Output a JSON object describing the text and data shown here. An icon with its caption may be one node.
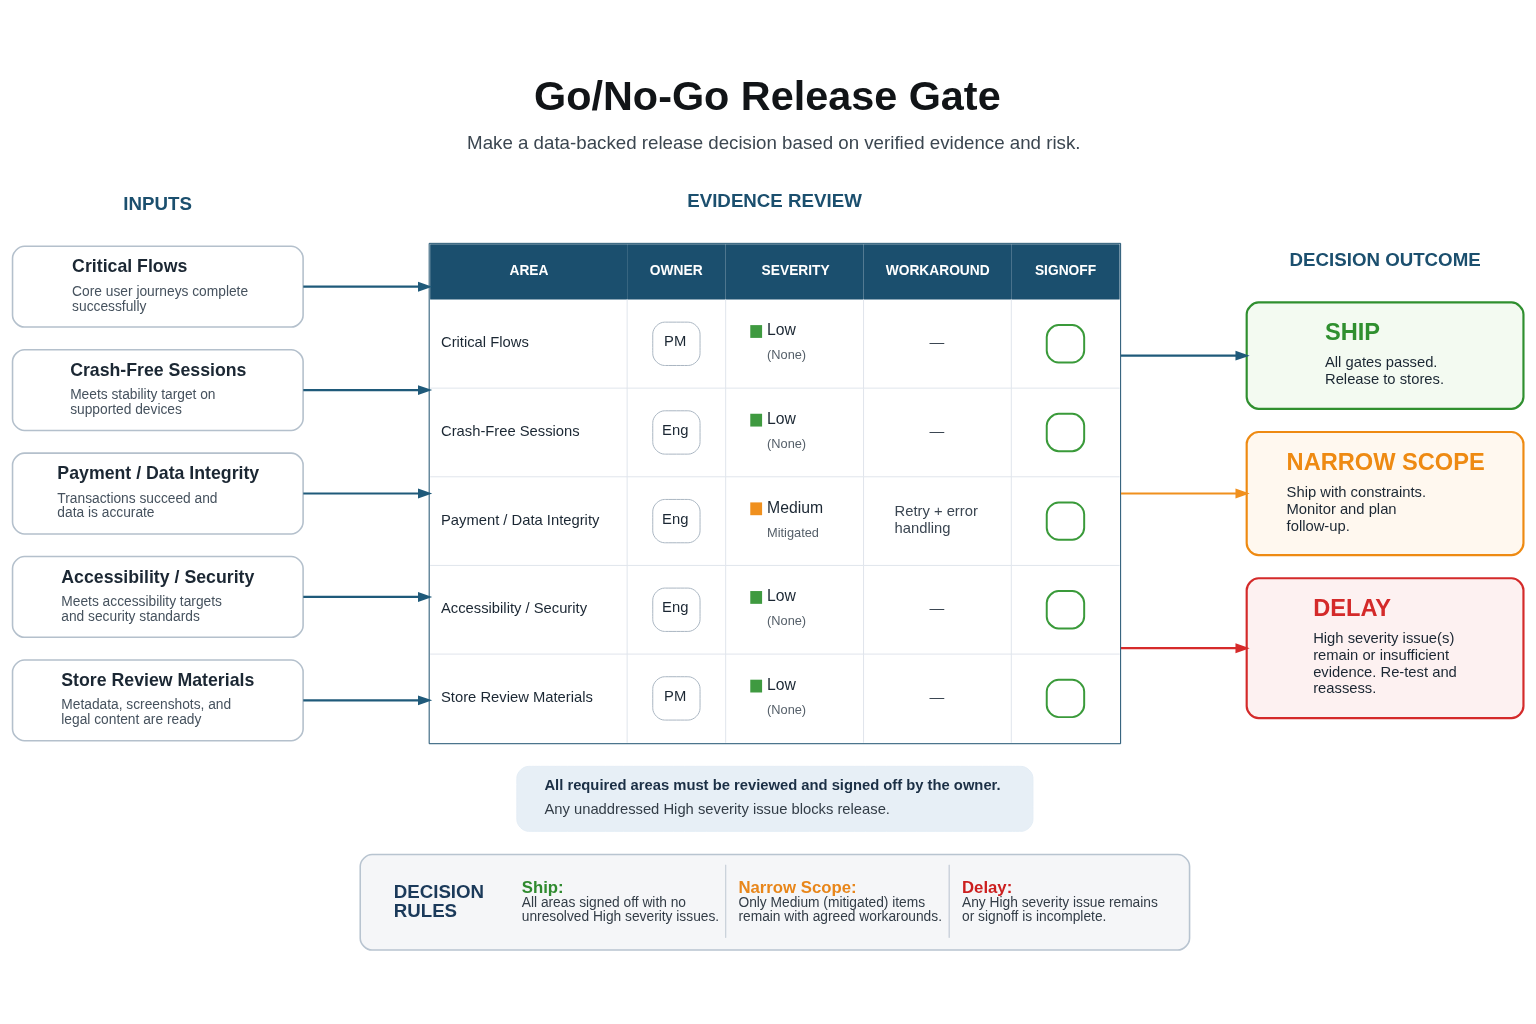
{
  "diagram": {
    "title": "Go/No-Go Release Gate",
    "nodes": [
      {
        "text": [
          "Critical Flows",
          "Core user journeys complete successfully"
        ]
      },
      {
        "text": [
          "Crash-Free Sessions",
          "Meets stability target on supported devices"
        ]
      },
      {
        "text": [
          "Payment / Data Integrity",
          "Transactions succeed and data is accurate"
        ]
      },
      {
        "text": [
          "Accessibility / Security",
          "Meets accessibility targets and security standards"
        ]
      },
      {
        "text": [
          "Store Review Materials",
          "Metadata, screenshots, and legal content are ready"
        ]
      },
      {
        "text": [
          "AREA",
          "OWNER",
          "SEVERITY",
          "WORKAROUND",
          "SIGNOFF",
          "Critical Flows",
          "PM",
          "Low",
          "(None)",
          "—",
          "Crash-Free Sessions",
          "Eng",
          "Low",
          "(None)",
          "—",
          "Payment / Data Integrity",
          "Eng",
          "Medium",
          "Mitigated",
          "Retry + error handling",
          "Accessibility / Security",
          "Eng",
          "Low",
          "(None)",
          "—",
          "Store Review Materials",
          "PM",
          "Low",
          "(None)",
          "—"
        ]
      },
      {
        "text": [
          "SHIP",
          "All gates passed. Release to stores."
        ]
      },
      {
        "text": [
          "NARROW SCOPE",
          "Ship with constraints. Monitor and plan follow-up."
        ]
      },
      {
        "text": [
          "DELAY",
          "High severity issue(s) remain or insufficient evidence. Re-test and reassess."
        ]
      },
      {
        "text": [
          "All required areas must be reviewed and signed off by the owner.",
          "Any unaddressed High severity issue blocks release."
        ]
      },
      {
        "text": [
          "DECISION RULES",
          "Ship:",
          "All areas signed off with no unresolved High severity issues.",
          "Narrow Scope:",
          "Only Medium (mitigated) items remain with agreed workarounds.",
          "Delay:",
          "Any High severity issue remains or signoff is incomplete."
        ]
      }
    ],
    "edges": [
      {
        "from": 0,
        "to": 5,
        "arrow": "to"
      },
      {
        "from": 1,
        "to": 5,
        "arrow": "to"
      },
      {
        "from": 2,
        "to": 5,
        "arrow": "to"
      },
      {
        "from": 3,
        "to": 5,
        "arrow": "to"
      },
      {
        "from": 4,
        "to": 5,
        "arrow": "to"
      },
      {
        "from": 5,
        "to": 6,
        "arrow": "to"
      },
      {
        "from": 5,
        "to": 7,
        "arrow": "to",
        "color": "#f0901e"
      },
      {
        "from": 5,
        "to": 8,
        "arrow": "to",
        "color": "#d62b2b"
      }
    ],
    "labels": [
      "Make a data-backed release decision based on verified evidence and risk.",
      "INPUTS",
      "EVIDENCE REVIEW",
      "DECISION OUTCOME"
    ]
  }
}
